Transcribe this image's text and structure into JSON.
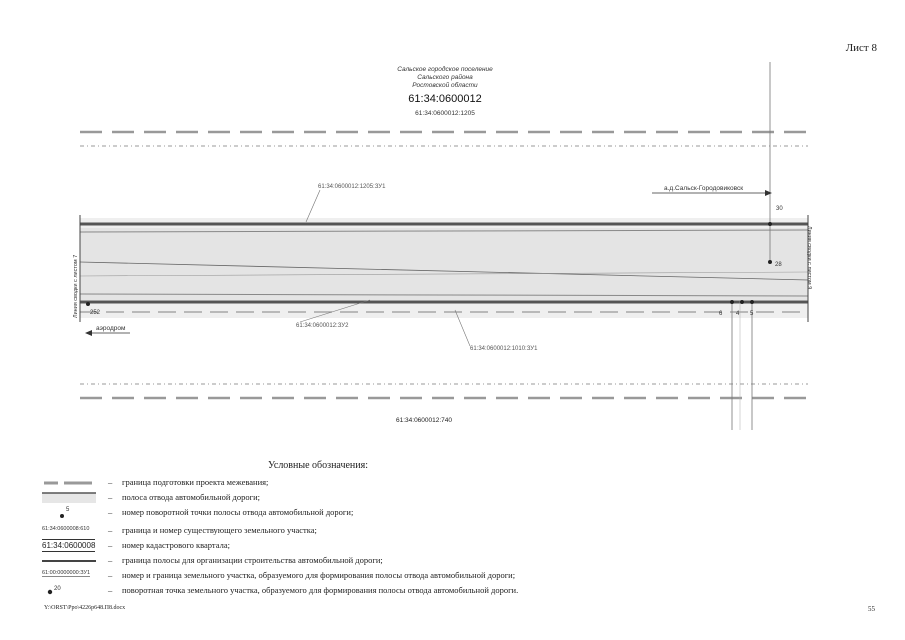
{
  "sheet_label": "Лист 8",
  "header": {
    "line1": "Сальское городское поселение",
    "line2": "Сальского района",
    "line3": "Ростовской области",
    "quarter": "61:34:0600012"
  },
  "parcels": {
    "top": "61:34:0600012:1205",
    "bottom": "61:34:0600012:740",
    "road_upper": "61:34:0600012:1205:ЗУ1",
    "road_lower_left": "61:34:0600012:ЗУ2",
    "road_lower_mid": "61:34:0600012:1010:ЗУ1"
  },
  "road": {
    "direction_right": "а.д.Сальск-Городовиковск",
    "direction_left": "аэродром",
    "left_line_label": "Линия сводки с листом 7",
    "right_line_label": "Линия сводки с листом 9",
    "left_point": "252",
    "point_top": "30",
    "point_mid": "28",
    "point_bot_1": "6",
    "point_bot_2": "4",
    "point_bot_3": "5"
  },
  "legend": {
    "title": "Условные обозначения:",
    "dash": "–",
    "items": [
      {
        "id": "boundary",
        "text": "граница подготовки проекта межевания;"
      },
      {
        "id": "strip",
        "text": "полоса отвода автомобильной дороги;"
      },
      {
        "id": "turn-point",
        "symbol": "5",
        "text": "номер поворотной точки полосы отвода автомобильной дороги;"
      },
      {
        "id": "existing-parcel",
        "symbol": "61:34:0600008:610",
        "text": "граница и номер существующего земельного участка;"
      },
      {
        "id": "quarter",
        "symbol": "61:34:0600008",
        "text": "номер кадастрового квартала;"
      },
      {
        "id": "construction",
        "text": "граница полосы для организации строительства автомобильной дороги;"
      },
      {
        "id": "new-parcel",
        "symbol": "61:00:0000000:ЗУ1",
        "text": "номер и граница земельного участка, образуемого для формирования полосы отвода автомобильной дороги;"
      },
      {
        "id": "new-point",
        "symbol": "20",
        "text": "поворотная точка земельного участка, образуемого для формирования полосы отвода автомобильной дороги."
      }
    ]
  },
  "footer": {
    "path": "Y:\\ORST\\Ppo\\4226p648.П8.docx",
    "page": "55"
  }
}
